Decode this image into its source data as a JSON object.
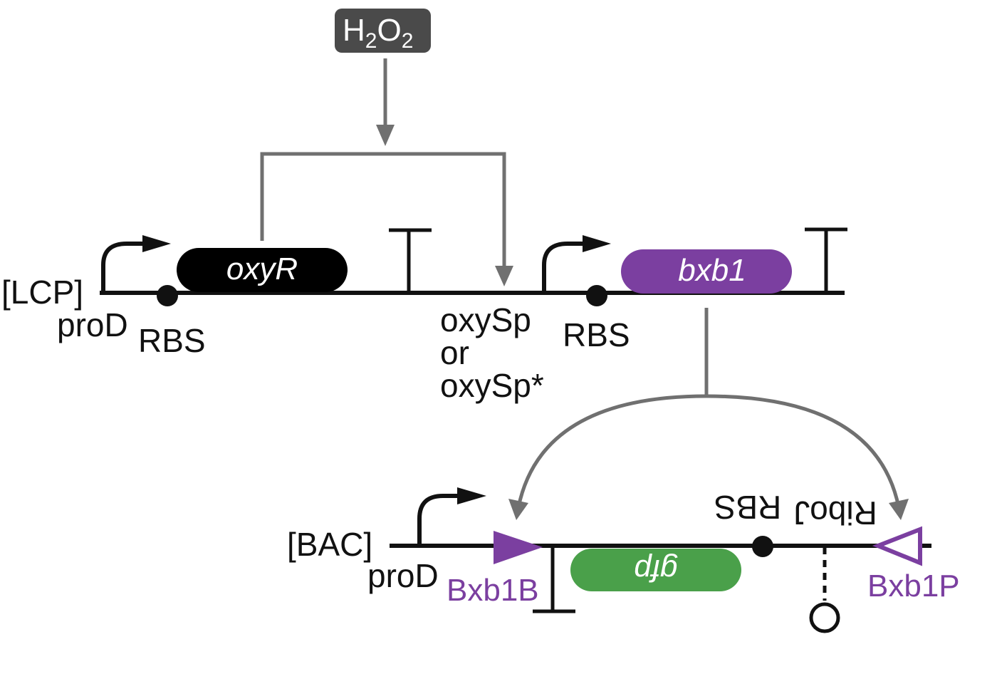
{
  "colors": {
    "backbone": "#111111",
    "regulation_arrow": "#707070",
    "chemical_box": "#4a4a4a",
    "oxyR_gene": "#000000",
    "bxb1_gene": "#7b3fa0",
    "gfp_gene": "#4aa04a",
    "attachment_site": "#7b3fa0"
  },
  "inducer": {
    "symbol_main": "H",
    "sub1": "2",
    "symbol_mid": "O",
    "sub2": "2",
    "full": "H2O2"
  },
  "lcp": {
    "label": "[LCP]",
    "promoter_label": "proD",
    "rbs1_label": "RBS",
    "gene1": "oxyR",
    "inducible_promoter_lines": [
      "oxySp",
      "or",
      "oxySp*"
    ],
    "rbs2_label": "RBS",
    "gene2": "bxb1"
  },
  "bac": {
    "label": "[BAC]",
    "promoter_label": "proD",
    "site_left": "Bxb1B",
    "gene": "gfp",
    "rbs_label": "RBS",
    "riboj_label": "RiboJ",
    "site_right": "Bxb1P"
  }
}
